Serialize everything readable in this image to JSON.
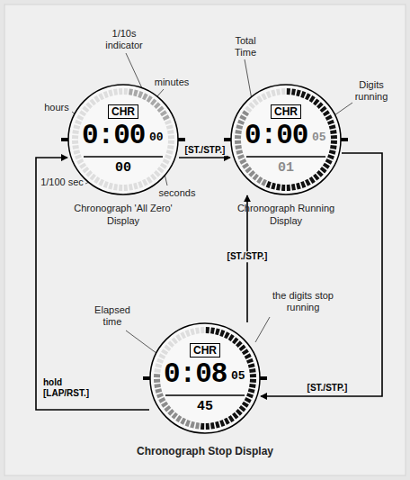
{
  "diagram": {
    "nodes": [
      {
        "text": [
          "CHR",
          "0:00",
          "00",
          "00",
          "Chronograph 'All Zero' Display"
        ]
      },
      {
        "text": [
          "CHR",
          "0:00",
          "05",
          "01",
          "Chronograph Running Display"
        ]
      },
      {
        "text": [
          "CHR",
          "0:08",
          "05",
          "45",
          "Chronograph Stop Display"
        ]
      }
    ],
    "edges": [
      {
        "from": 0,
        "to": 1,
        "arrow": "to",
        "label": "[ST./STP.]"
      },
      {
        "from": 1,
        "to": 2,
        "arrow": "to",
        "label": "[ST./STP.]"
      },
      {
        "from": 2,
        "to": 1,
        "arrow": "to",
        "label": "[ST./STP.]"
      },
      {
        "from": 2,
        "to": 0,
        "arrow": "to",
        "label": "hold [LAP/RST.]"
      }
    ],
    "labels": [
      "1/10s indicator",
      "hours",
      "minutes",
      "1/100 sec",
      "seconds",
      "Total Time",
      "Digits running",
      "Elapsed time",
      "the digits stop running"
    ]
  }
}
